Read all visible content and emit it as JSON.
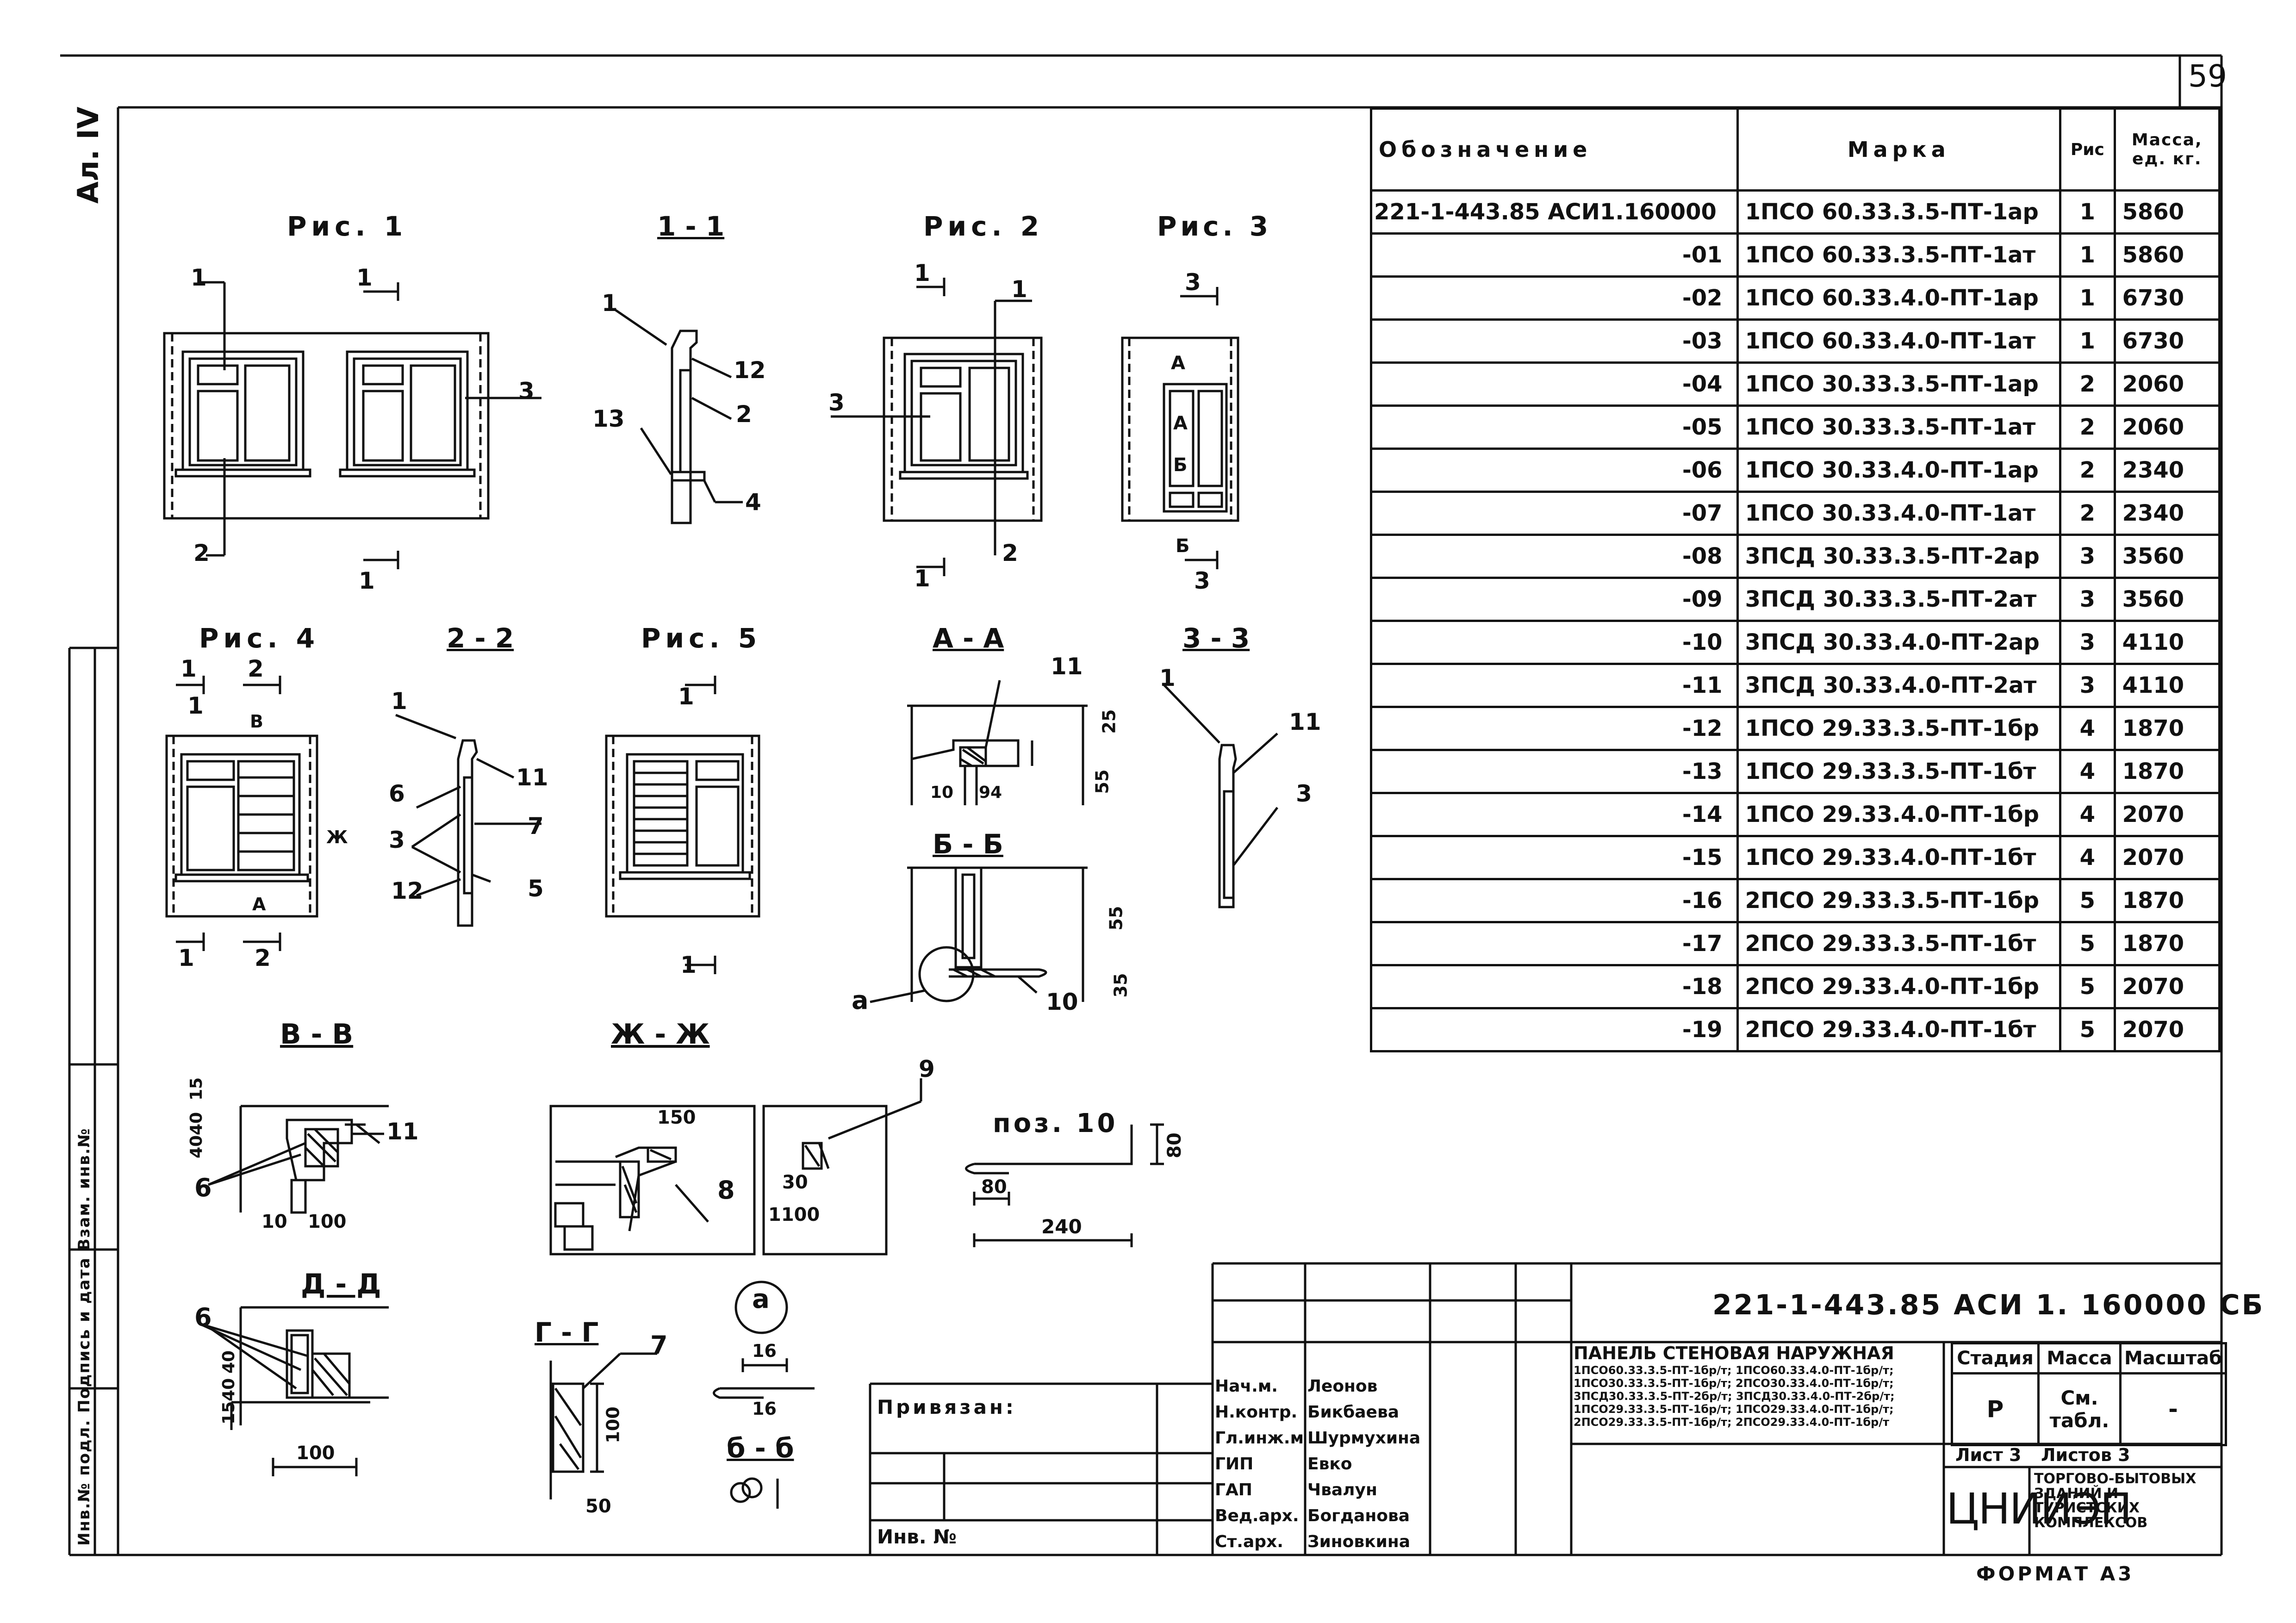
{
  "sheet": {
    "page_number": "59",
    "side_label": "Ал. IV",
    "stamp_column": "Инв.№ подл.   Подпись и дата   Взам. инв.№",
    "format": "ФОРМАТ А3"
  },
  "figures": {
    "fig1": "Рис. 1",
    "sec11": "1 - 1",
    "fig2": "Рис. 2",
    "fig3": "Рис. 3",
    "fig4": "Рис. 4",
    "sec22": "2 - 2",
    "fig5": "Рис. 5",
    "secAA": "А - А",
    "sec33": "3 - 3",
    "secBB": "Б - Б",
    "secVV": "В - В",
    "secZhZh": "Ж - Ж",
    "pos10": "поз. 10",
    "secDD": "Д - Д",
    "secGG": "Г - Г",
    "nodeA": "а",
    "secbb": "б - б"
  },
  "dims": {
    "d25": "25",
    "d55": "55",
    "d10": "10",
    "d94": "94",
    "d55b": "55",
    "d35": "35",
    "d15": "15",
    "d40": "40",
    "d40b": "40",
    "d100": "100",
    "d10b": "10",
    "d150": "150",
    "d30": "30",
    "d1100": "1100",
    "d80": "80",
    "d240": "240",
    "d80v": "80",
    "d100dd": "100",
    "d15dd": "15",
    "d40dd": "40",
    "d40dd2": "40",
    "d100gg": "100",
    "d50": "50",
    "d16": "16",
    "d16b": "16"
  },
  "callouts": {
    "c1": "1",
    "c2": "2",
    "c3": "3",
    "c4": "4",
    "c5": "5",
    "c6": "6",
    "c7": "7",
    "c8": "8",
    "c9": "9",
    "c10": "10",
    "c11": "11",
    "c12": "12",
    "c13": "13",
    "ca": "а",
    "A": "А",
    "B": "Б",
    "V": "В",
    "Zh": "Ж"
  },
  "spec_table": {
    "headers": [
      "Обозначение",
      "Марка",
      "Рис",
      "Масса, ед. кг."
    ],
    "rows": [
      {
        "oboz": "221-1-443.85 АСИ1.160000",
        "marka": "1ПСО 60.33.3.5-ПТ-1ар",
        "ris": "1",
        "massa": "5860"
      },
      {
        "oboz": "-01",
        "marka": "1ПСО 60.33.3.5-ПТ-1ат",
        "ris": "1",
        "massa": "5860"
      },
      {
        "oboz": "-02",
        "marka": "1ПСО 60.33.4.0-ПТ-1ар",
        "ris": "1",
        "massa": "6730"
      },
      {
        "oboz": "-03",
        "marka": "1ПСО 60.33.4.0-ПТ-1ат",
        "ris": "1",
        "massa": "6730"
      },
      {
        "oboz": "-04",
        "marka": "1ПСО 30.33.3.5-ПТ-1ар",
        "ris": "2",
        "massa": "2060"
      },
      {
        "oboz": "-05",
        "marka": "1ПСО 30.33.3.5-ПТ-1ат",
        "ris": "2",
        "massa": "2060"
      },
      {
        "oboz": "-06",
        "marka": "1ПСО 30.33.4.0-ПТ-1ар",
        "ris": "2",
        "massa": "2340"
      },
      {
        "oboz": "-07",
        "marka": "1ПСО 30.33.4.0-ПТ-1ат",
        "ris": "2",
        "massa": "2340"
      },
      {
        "oboz": "-08",
        "marka": "3ПСД 30.33.3.5-ПТ-2ар",
        "ris": "3",
        "massa": "3560"
      },
      {
        "oboz": "-09",
        "marka": "3ПСД 30.33.3.5-ПТ-2ат",
        "ris": "3",
        "massa": "3560"
      },
      {
        "oboz": "-10",
        "marka": "3ПСД 30.33.4.0-ПТ-2ар",
        "ris": "3",
        "massa": "4110"
      },
      {
        "oboz": "-11",
        "marka": "3ПСД 30.33.4.0-ПТ-2ат",
        "ris": "3",
        "massa": "4110"
      },
      {
        "oboz": "-12",
        "marka": "1ПСО 29.33.3.5-ПТ-1бр",
        "ris": "4",
        "massa": "1870"
      },
      {
        "oboz": "-13",
        "marka": "1ПСО 29.33.3.5-ПТ-1бт",
        "ris": "4",
        "massa": "1870"
      },
      {
        "oboz": "-14",
        "marka": "1ПСО 29.33.4.0-ПТ-1бр",
        "ris": "4",
        "massa": "2070"
      },
      {
        "oboz": "-15",
        "marka": "1ПСО 29.33.4.0-ПТ-1бт",
        "ris": "4",
        "massa": "2070"
      },
      {
        "oboz": "-16",
        "marka": "2ПСО 29.33.3.5-ПТ-1бр",
        "ris": "5",
        "massa": "1870"
      },
      {
        "oboz": "-17",
        "marka": "2ПСО 29.33.3.5-ПТ-1бт",
        "ris": "5",
        "massa": "1870"
      },
      {
        "oboz": "-18",
        "marka": "2ПСО 29.33.4.0-ПТ-1бр",
        "ris": "5",
        "massa": "2070"
      },
      {
        "oboz": "-19",
        "marka": "2ПСО 29.33.4.0-ПТ-1бт",
        "ris": "5",
        "massa": "2070"
      }
    ]
  },
  "title_block": {
    "doc_code": "221-1-443.85   АСИ 1. 160000 СБ",
    "title_lines": [
      "ПАНЕЛЬ СТЕНОВАЯ НАРУЖНАЯ",
      "1ПСО60.33.3.5-ПТ-1бр/т; 1ПСО60.33.4.0-ПТ-1бр/т;",
      "1ПСО30.33.3.5-ПТ-1бр/т; 2ПСО30.33.4.0-ПТ-1бр/т;",
      "3ПСД30.33.3.5-ПТ-2бр/т; 3ПСД30.33.4.0-ПТ-2бр/т;",
      "1ПСО29.33.3.5-ПТ-1бр/т; 1ПСО29.33.4.0-ПТ-1бр/т;",
      "2ПСО29.33.3.5-ПТ-1бр/т; 2ПСО29.33.4.0-ПТ-1бр/т"
    ],
    "stage_label": "Стадия",
    "mass_label": "Масса",
    "scale_label": "Масштаб",
    "stage_value": "Р",
    "mass_value": "См. табл.",
    "scale_value": "-",
    "sheet_label": "Лист 3",
    "sheets_label": "Листов 3",
    "org_logo": "ЦНИИЭП",
    "org_name": "Торгово-бытовых зданий и туристских комплексов",
    "privyazan": "Привязан:",
    "inv_no": "Инв. №",
    "signatures": [
      {
        "role": "Нач.м.",
        "name": "Леонов"
      },
      {
        "role": "Н.контр.",
        "name": "Бикбаева"
      },
      {
        "role": "Гл.инж.м",
        "name": "Шурмухина"
      },
      {
        "role": "ГИП",
        "name": "Евко"
      },
      {
        "role": "ГАП",
        "name": "Чвалун"
      },
      {
        "role": "Вед.арх.",
        "name": "Богданова"
      },
      {
        "role": "Ст.арх.",
        "name": "Зиновкина"
      }
    ]
  }
}
